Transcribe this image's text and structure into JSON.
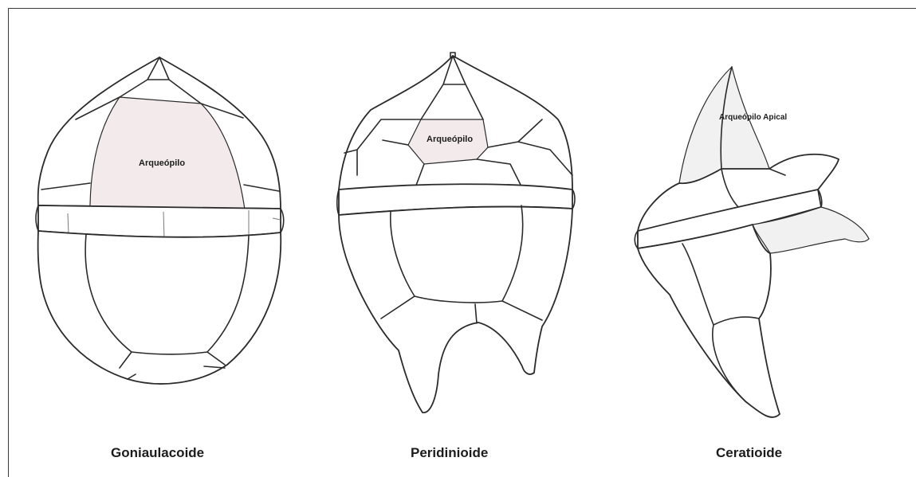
{
  "colors": {
    "archeopyle_fill": "#f3ebeb",
    "archeopyle_fill_alt": "#f1f1f1",
    "outline": "#2b2b2b",
    "frame": "#3a3a3a"
  },
  "cysts": [
    {
      "caption": "Goniaulacoide",
      "archeopyle_label": "Arqueópilo"
    },
    {
      "caption": "Peridinioide",
      "archeopyle_label": "Arqueópilo"
    },
    {
      "caption": "Ceratioide",
      "archeopyle_label": "Arqueópilo Apical"
    }
  ]
}
